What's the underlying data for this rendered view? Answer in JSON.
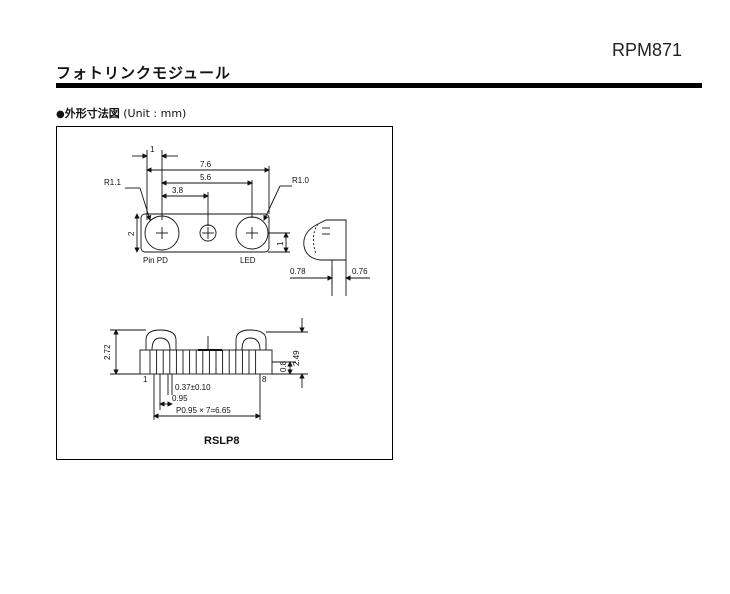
{
  "header": {
    "part_number": "RPM871",
    "section_title": "フォトリンクモジュール"
  },
  "figure": {
    "heading": "外形寸法図",
    "unit_note": "(Unit : mm)",
    "package_name": "RSLP8",
    "top_view": {
      "dim_pitch_small": "1",
      "dim_width": "7.6",
      "dim_led_offset": "5.6",
      "dim_mid_offset": "3.8",
      "radius_left": "R1.1",
      "radius_right": "R1.0",
      "height_label": "2",
      "lens_offset": "1",
      "label_pd": "Pin PD",
      "label_led": "LED"
    },
    "side_view": {
      "dim_left": "0.78",
      "dim_right": "0.76"
    },
    "front_view": {
      "dim_total_height": "2.72",
      "dim_body_height": "2.49",
      "dim_lead_height": "0.8",
      "pin_first": "1",
      "pin_last": "8",
      "dim_lead_width": "0.37±0.10",
      "dim_pitch": "0.95",
      "dim_pitch_total": "P0.95 × 7=6.65"
    }
  }
}
